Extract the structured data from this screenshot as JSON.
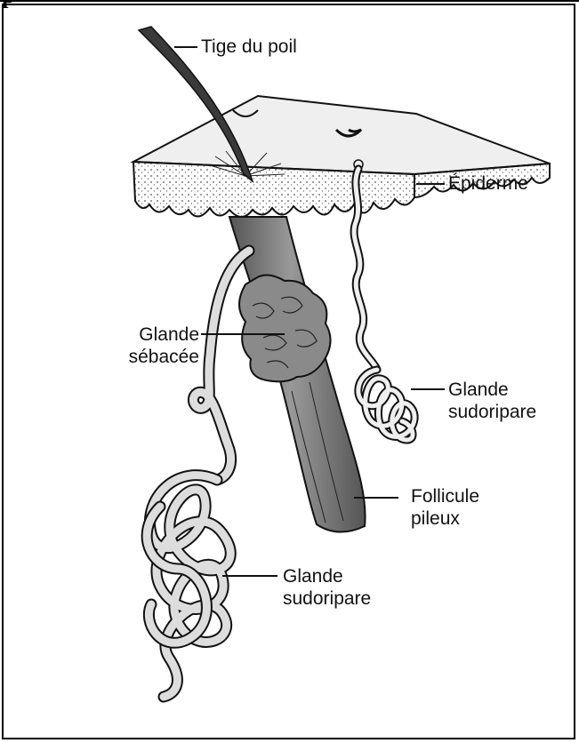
{
  "heading_fragment": "p",
  "labels": {
    "tige": "Tige du poil",
    "epiderme": "Épiderme",
    "glande_sebacee_1": "Glande",
    "glande_sebacee_2": "sébacée",
    "glande_sudoripare_right_1": "Glande",
    "glande_sudoripare_right_2": "sudoripare",
    "follicule_1": "Follicule",
    "follicule_2": "pileux",
    "glande_sudoripare_left_1": "Glande",
    "glande_sudoripare_left_2": "sudoripare"
  }
}
